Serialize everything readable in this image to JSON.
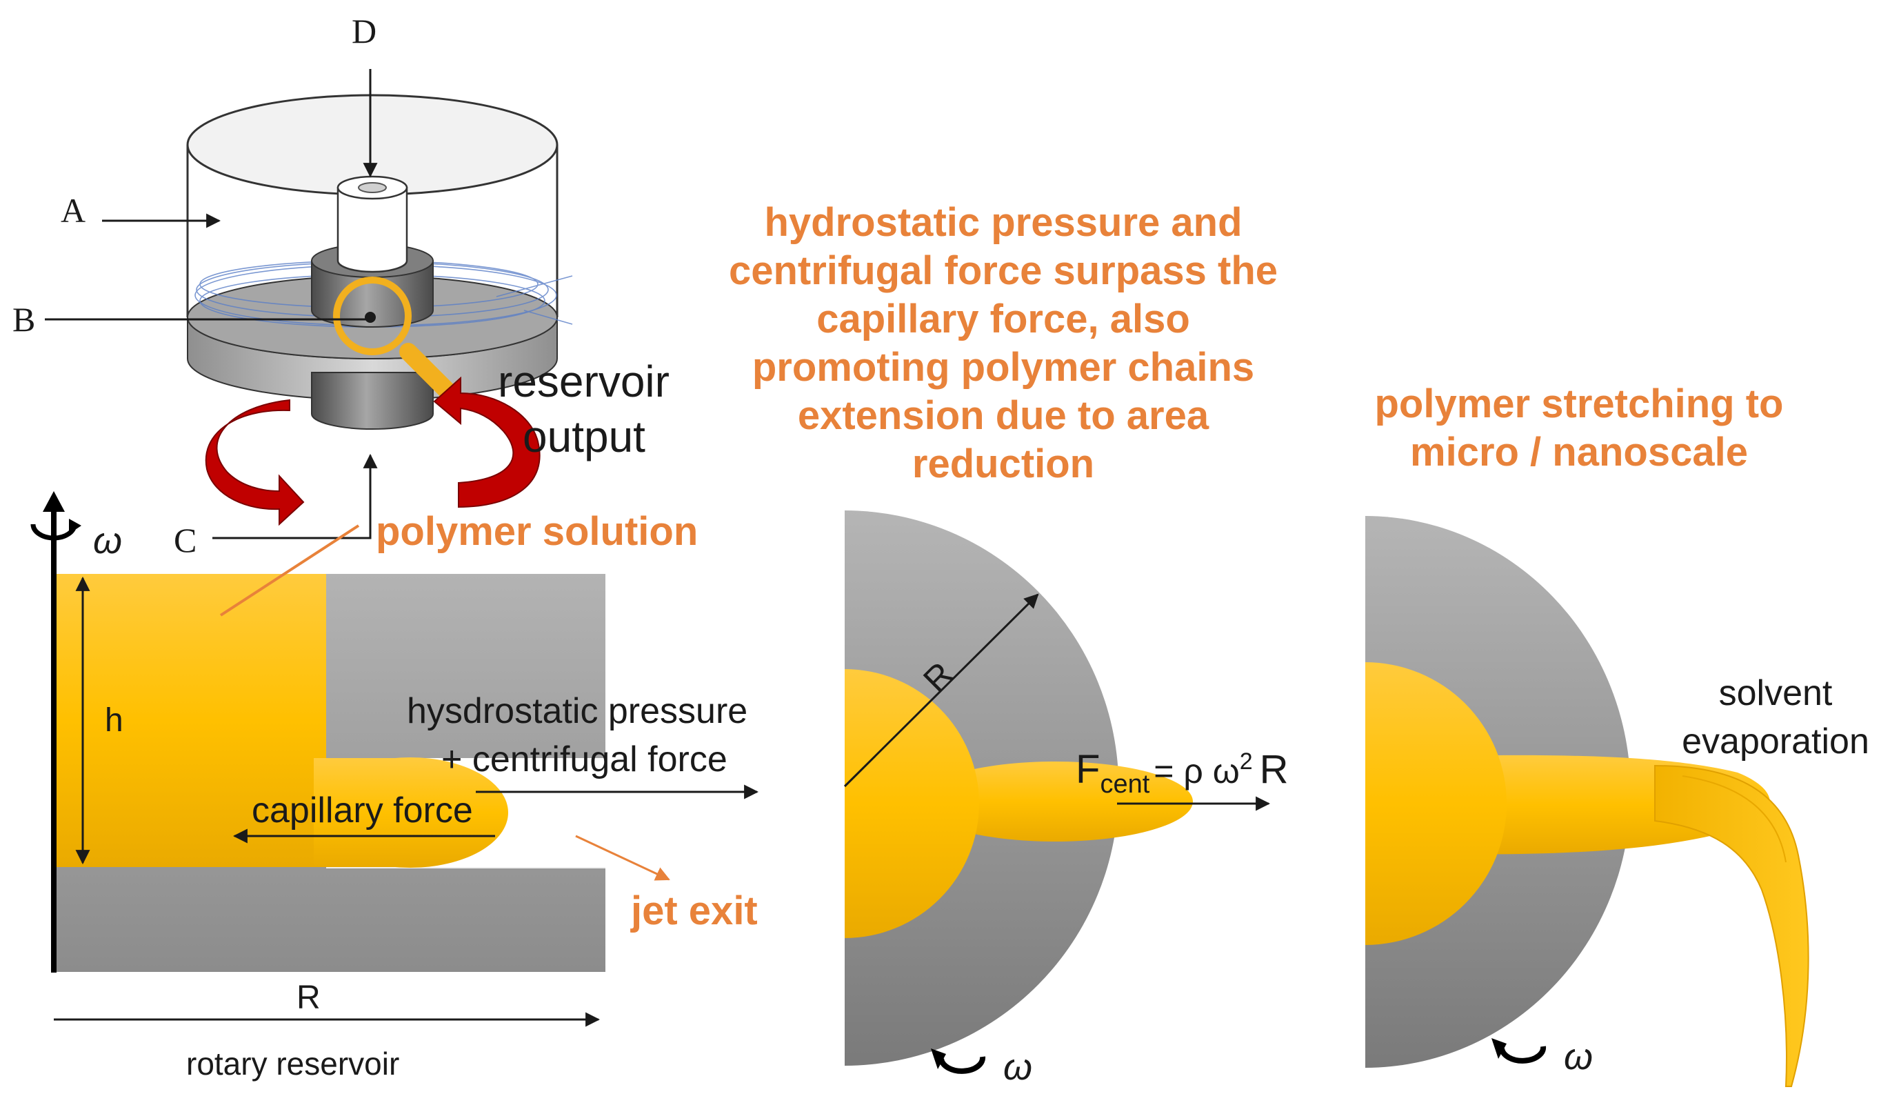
{
  "device": {
    "labels": {
      "a": "A",
      "b": "B",
      "c": "C",
      "d": "D"
    },
    "reservoir_output": [
      "reservoir",
      "output"
    ]
  },
  "cross_section": {
    "omega": "ω",
    "height_label": "h",
    "radius_label": "R",
    "caption": "rotary reservoir",
    "polymer_solution": "polymer solution",
    "pressure_label": [
      "hysdrostatic pressure",
      "+ centrifugal force"
    ],
    "capillary_label": "capillary force",
    "jet_exit": "jet exit"
  },
  "stage2": {
    "heading": [
      "hydrostatic pressure and",
      "centrifugal force surpass the",
      "capillary force, also",
      "promoting polymer chains",
      "extension due to area",
      "reduction"
    ],
    "radius_label": "R",
    "force_F": "F",
    "force_sub": "cent",
    "force_rest": "= ρ ω",
    "force_sup": "2",
    "force_R": "R",
    "omega": "ω"
  },
  "stage3": {
    "heading": [
      "polymer stretching to",
      "micro / nanoscale"
    ],
    "solvent_label": [
      "solvent",
      "evaporation"
    ],
    "omega": "ω"
  },
  "colors": {
    "polymer": "#ffc000",
    "gray_dark": "#7f7f7f",
    "gray_light": "#bfbfbf",
    "accent_orange": "#e8823a",
    "rotation_red": "#c00000",
    "magnifier": "#f2b01e"
  }
}
